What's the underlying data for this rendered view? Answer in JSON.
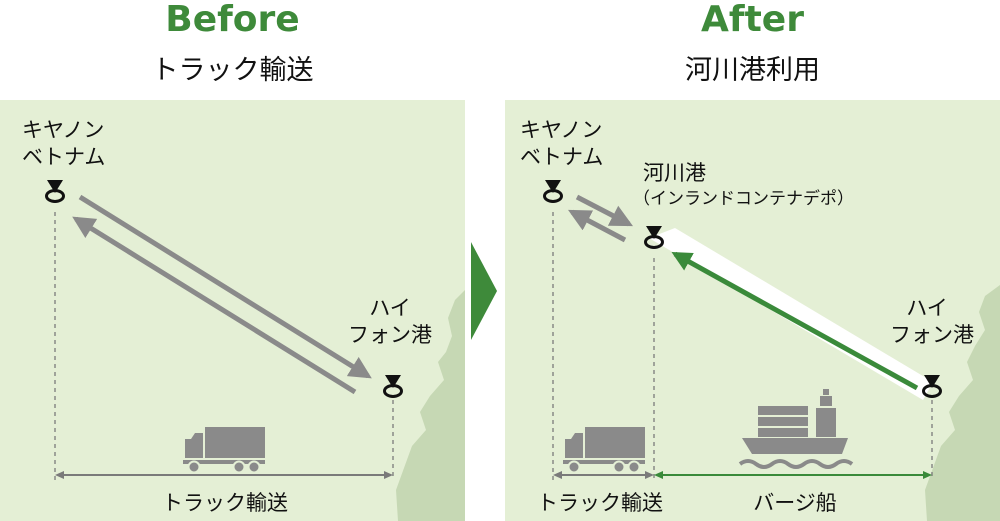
{
  "before": {
    "heading": "Before",
    "subtitle": "トラック輸送",
    "origin_line1": "キヤノン",
    "origin_line2": "ベトナム",
    "port_line1": "ハイ",
    "port_line2": "フォン港",
    "measure_label": "トラック輸送"
  },
  "after": {
    "heading": "After",
    "subtitle": "河川港利用",
    "origin_line1": "キヤノン",
    "origin_line2": "ベトナム",
    "river_port_line1": "河川港",
    "river_port_line2": "（インランドコンテナデポ）",
    "port_line1": "ハイ",
    "port_line2": "フォン港",
    "truck_label": "トラック輸送",
    "barge_label": "バージ船"
  },
  "icons": [
    "location-pin-icon",
    "truck-icon",
    "cargo-ship-icon",
    "right-chevron-arrow-icon"
  ],
  "colors": {
    "heading_green": "#3e8a3a",
    "panel_bg": "#e4efd5",
    "coast": "#c6d8b4",
    "truck_route": "#8a8a8a",
    "barge_route": "#3a8a3a"
  }
}
